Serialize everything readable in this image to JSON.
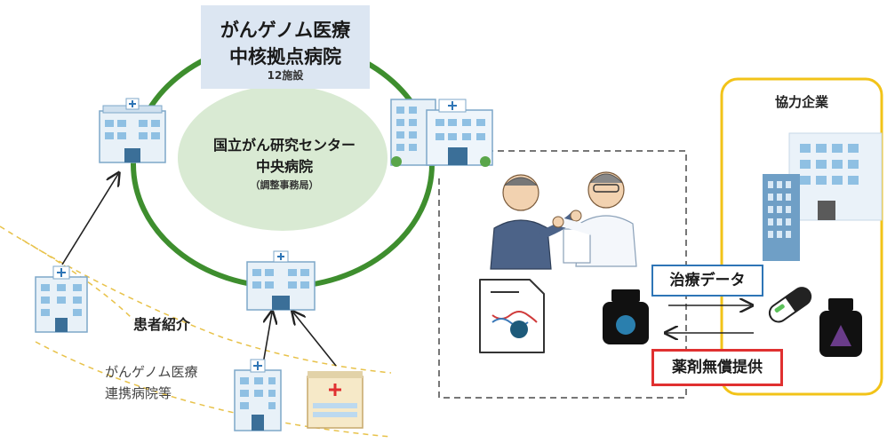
{
  "hub": {
    "title_line1": "がんゲノム医療",
    "title_line2": "中核拠点病院",
    "facility_count": "12施設"
  },
  "center": {
    "line1": "国立がん研究センター",
    "line2": "中央病院",
    "line3": "（調整事務局）"
  },
  "referral_label": "患者紹介",
  "network": {
    "line1": "がんゲノム医療",
    "line2": "連携病院等"
  },
  "company_label": "協力企業",
  "flows": {
    "treatment_data": "治療データ",
    "drug_supply": "薬剤無償提供"
  },
  "colors": {
    "ring": "#3e8e2e",
    "inner_circle": "#d9ead3",
    "title_box": "#dce6f2",
    "company_border": "#f2c318",
    "data_border": "#2e75b6",
    "drug_border": "#e03030",
    "dashed_lines": "#e8c24a"
  }
}
